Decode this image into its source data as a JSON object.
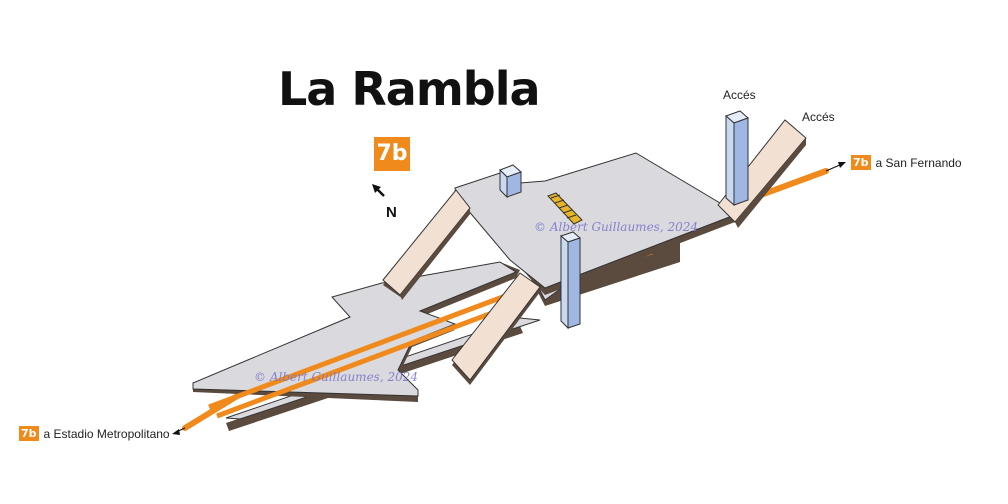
{
  "title": "La Rambla",
  "line_badge": "7b",
  "north_label": "N",
  "accesses": [
    {
      "label": "Accés"
    },
    {
      "label": "Accés"
    }
  ],
  "destinations": {
    "east": {
      "line": "7b",
      "text": "a San Fernando"
    },
    "west": {
      "line": "7b",
      "text": "a Estadio Metropolitano"
    }
  },
  "watermark": "© Albert Guillaumes, 2024",
  "colors": {
    "line": "#f08a1c",
    "platform": "#d9d9de",
    "platform_edge": "#7a6b5e",
    "corridor": "#f2e1d3",
    "elevator": "#c9d9f2",
    "stairs": "#e8b428"
  }
}
